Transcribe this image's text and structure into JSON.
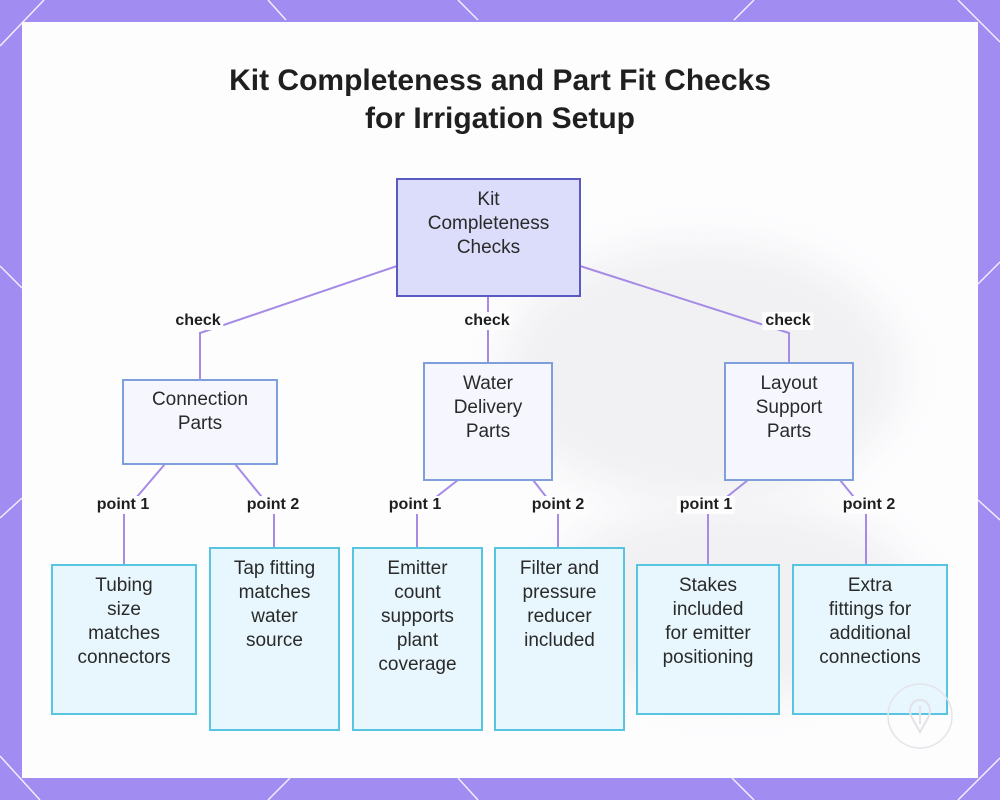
{
  "title_lines": [
    "Kit Completeness and Part Fit Checks",
    "for Irrigation Setup"
  ],
  "root": {
    "lines": [
      "Kit",
      "Completeness",
      "Checks"
    ]
  },
  "categories": [
    {
      "lines": [
        "Connection",
        "Parts"
      ],
      "edge_label": "check"
    },
    {
      "lines": [
        "Water",
        "Delivery",
        "Parts"
      ],
      "edge_label": "check"
    },
    {
      "lines": [
        "Layout",
        "Support",
        "Parts"
      ],
      "edge_label": "check"
    }
  ],
  "leaves": [
    {
      "lines": [
        "Tubing",
        "size",
        "matches",
        "connectors"
      ],
      "edge_label": "point 1"
    },
    {
      "lines": [
        "Tap fitting",
        "matches",
        "water",
        "source"
      ],
      "edge_label": "point 2"
    },
    {
      "lines": [
        "Emitter",
        "count",
        "supports",
        "plant",
        "coverage"
      ],
      "edge_label": "point 1"
    },
    {
      "lines": [
        "Filter and",
        "pressure",
        "reducer",
        "included"
      ],
      "edge_label": "point 2"
    },
    {
      "lines": [
        "Stakes",
        "included",
        "for emitter",
        "positioning"
      ],
      "edge_label": "point 1"
    },
    {
      "lines": [
        "Extra",
        "fittings for",
        "additional",
        "connections"
      ],
      "edge_label": "point 2"
    }
  ],
  "colors": {
    "frame": "#a18cf2",
    "connector": "#a58be6",
    "root_fill": "#dcdcfb",
    "category_fill": "#f5f6fe",
    "leaf_fill": "#e7f7fd",
    "leaf_border": "#58c5e0"
  },
  "icons": [
    "watermark-logo-icon"
  ]
}
